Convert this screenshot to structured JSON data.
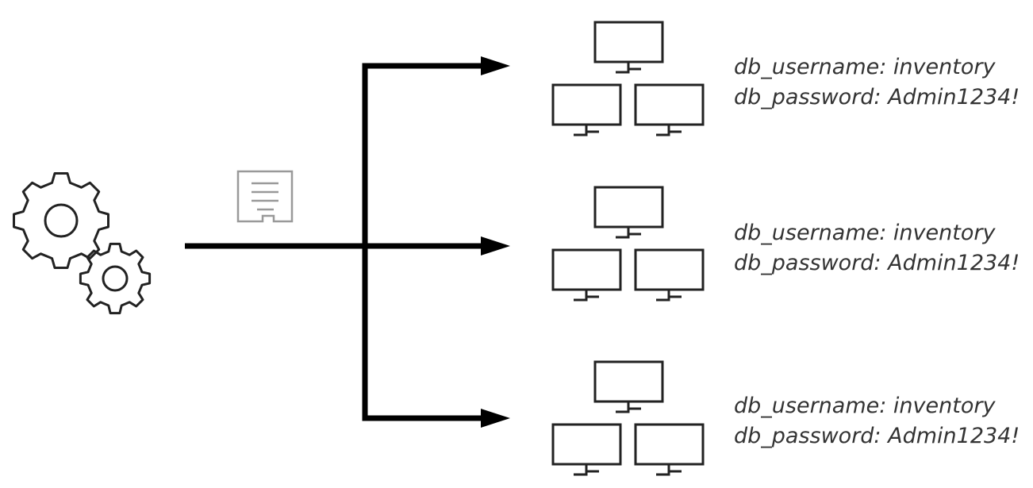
{
  "colors": {
    "line": "#000000",
    "icon_stroke": "#222222",
    "document_icon": "#999999",
    "text": "#333333"
  },
  "icons": {
    "source": "gears-icon",
    "payload": "document-icon",
    "target": "server-group-icon"
  },
  "targets": [
    {
      "db_username": "db_username: inventory",
      "db_password": "db_password: Admin1234!"
    },
    {
      "db_username": "db_username: inventory",
      "db_password": "db_password: Admin1234!"
    },
    {
      "db_username": "db_username: inventory",
      "db_password": "db_password: Admin1234!"
    }
  ]
}
